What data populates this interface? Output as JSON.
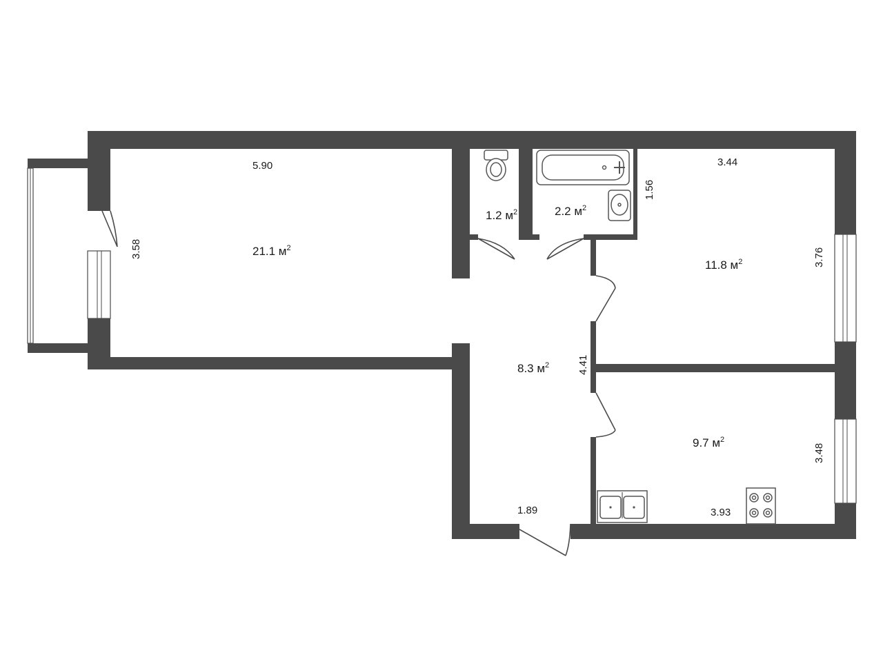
{
  "rooms": {
    "living": {
      "area_value": "21.1 м",
      "area_sup": "2",
      "width": "5.90",
      "depth": "3.58"
    },
    "toilet": {
      "area_value": "1.2 м",
      "area_sup": "2"
    },
    "bathroom": {
      "area_value": "2.2 м",
      "area_sup": "2",
      "dim": "1.56"
    },
    "bedroom": {
      "area_value": "11.8 м",
      "area_sup": "2",
      "width": "3.44",
      "depth": "3.76"
    },
    "hall": {
      "area_value": "8.3 м",
      "area_sup": "2",
      "length": "4.41",
      "width": "1.89"
    },
    "kitchen": {
      "area_value": "9.7 м",
      "area_sup": "2",
      "width": "3.93",
      "depth": "3.48"
    }
  },
  "colors": {
    "wall": "#4a4a4a",
    "background": "#ffffff",
    "text": "#1a1a1a"
  }
}
